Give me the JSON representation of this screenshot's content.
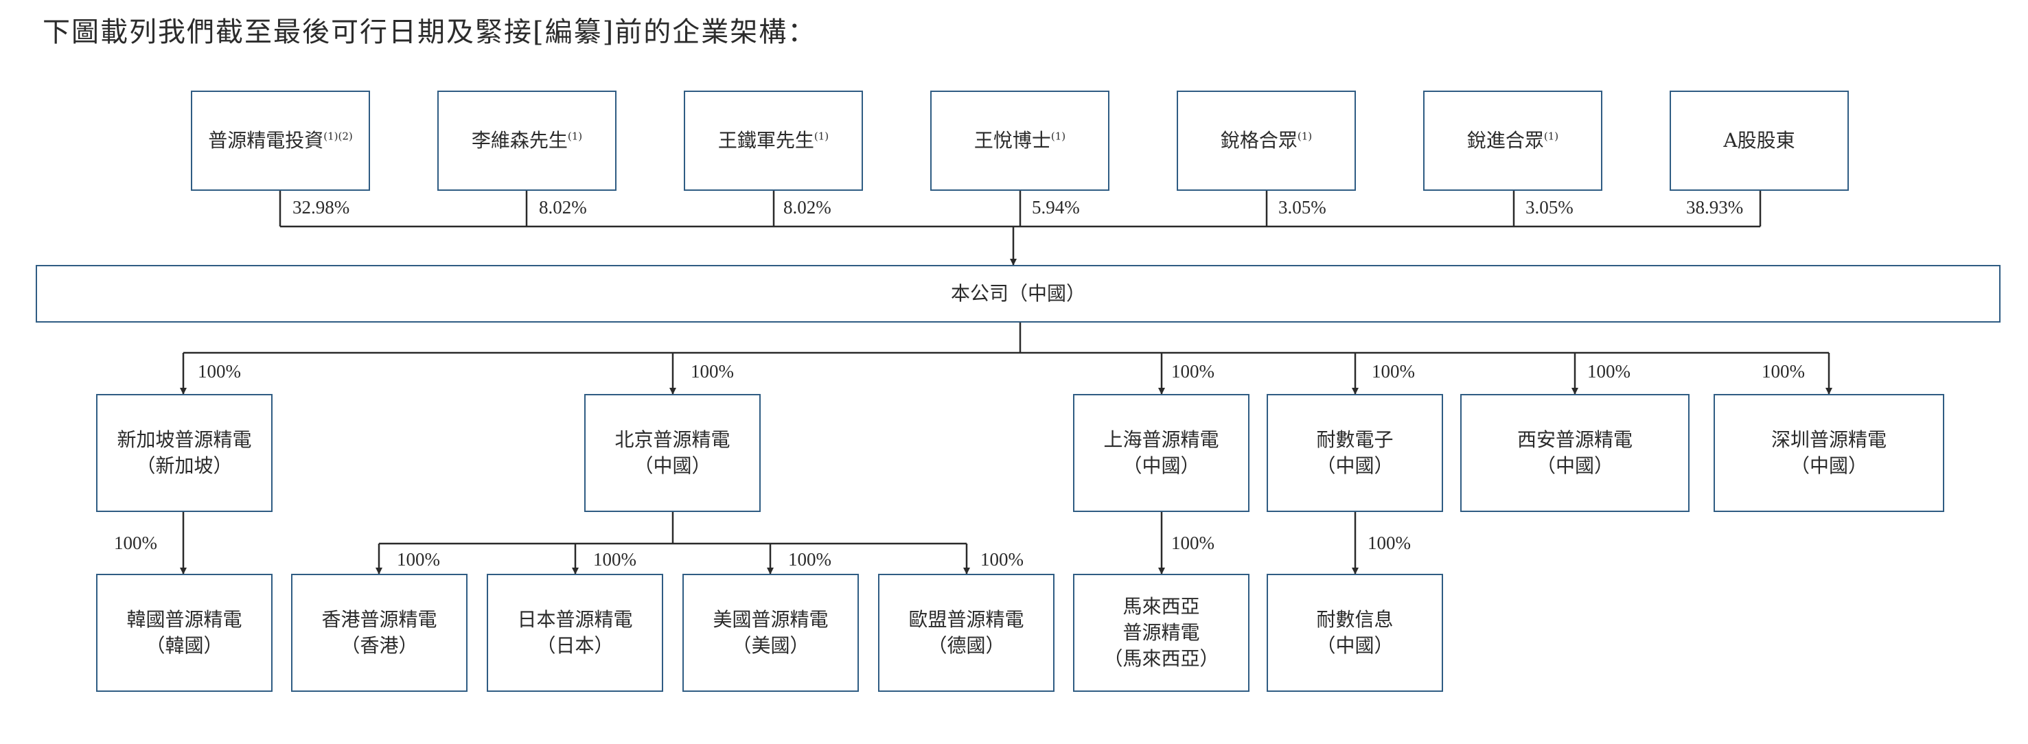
{
  "title": "下圖載列我們截至最後可行日期及緊接[編纂]前的企業架構：",
  "shareholders": [
    {
      "name": "普源精電投資",
      "note": "(1)(2)",
      "pct": "32.98%"
    },
    {
      "name": "李維森先生",
      "note": "(1)",
      "pct": "8.02%"
    },
    {
      "name": "王鐵軍先生",
      "note": "(1)",
      "pct": "8.02%"
    },
    {
      "name": "王悅博士",
      "note": "(1)",
      "pct": "5.94%"
    },
    {
      "name": "銳格合眾",
      "note": "(1)",
      "pct": "3.05%"
    },
    {
      "name": "銳進合眾",
      "note": "(1)",
      "pct": "3.05%"
    },
    {
      "name": "A股股東",
      "note": "",
      "pct": "38.93%"
    }
  ],
  "company": "本公司（中國）",
  "subsidiaries": [
    {
      "line1": "新加坡普源精電",
      "line2": "（新加坡）",
      "pct": "100%"
    },
    {
      "line1": "北京普源精電",
      "line2": "（中國）",
      "pct": "100%"
    },
    {
      "line1": "上海普源精電",
      "line2": "（中國）",
      "pct": "100%"
    },
    {
      "line1": "耐數電子",
      "line2": "（中國）",
      "pct": "100%"
    },
    {
      "line1": "西安普源精電",
      "line2": "（中國）",
      "pct": "100%"
    },
    {
      "line1": "深圳普源精電",
      "line2": "（中國）",
      "pct": "100%"
    }
  ],
  "level3": [
    {
      "line1": "韓國普源精電",
      "line2": "（韓國）",
      "pct": "100%"
    },
    {
      "line1": "香港普源精電",
      "line2": "（香港）",
      "pct": "100%"
    },
    {
      "line1": "日本普源精電",
      "line2": "（日本）",
      "pct": "100%"
    },
    {
      "line1": "美國普源精電",
      "line2": "（美國）",
      "pct": "100%"
    },
    {
      "line1": "歐盟普源精電",
      "line2": "（德國）",
      "pct": "100%"
    },
    {
      "line1": "馬來西亞",
      "line1b": "普源精電",
      "line2": "（馬來西亞）",
      "pct": "100%"
    },
    {
      "line1": "耐數信息",
      "line2": "（中國）",
      "pct": "100%"
    }
  ]
}
